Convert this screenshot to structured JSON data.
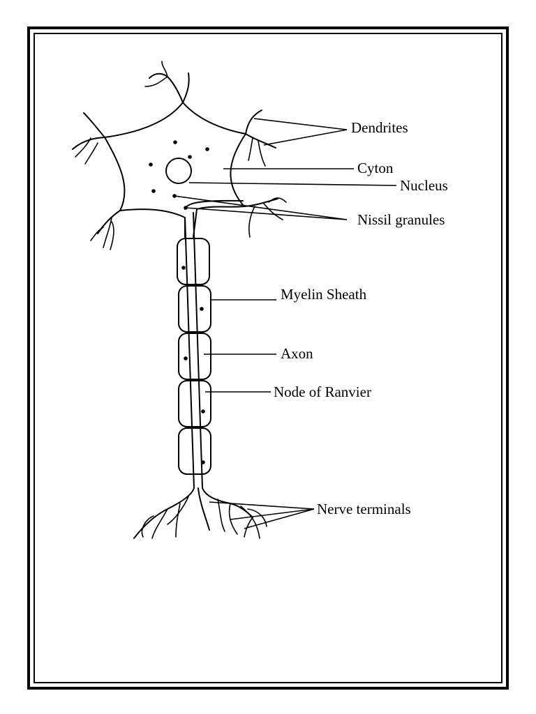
{
  "diagram": {
    "labels": {
      "dendrites": "Dendrites",
      "cyton": "Cyton",
      "nucleus": "Nucleus",
      "nissil_granules": "Nissil granules",
      "myelin_sheath": "Myelin Sheath",
      "axon": "Axon",
      "node_of_ranvier": "Node of Ranvier",
      "nerve_terminals": "Nerve terminals"
    }
  }
}
